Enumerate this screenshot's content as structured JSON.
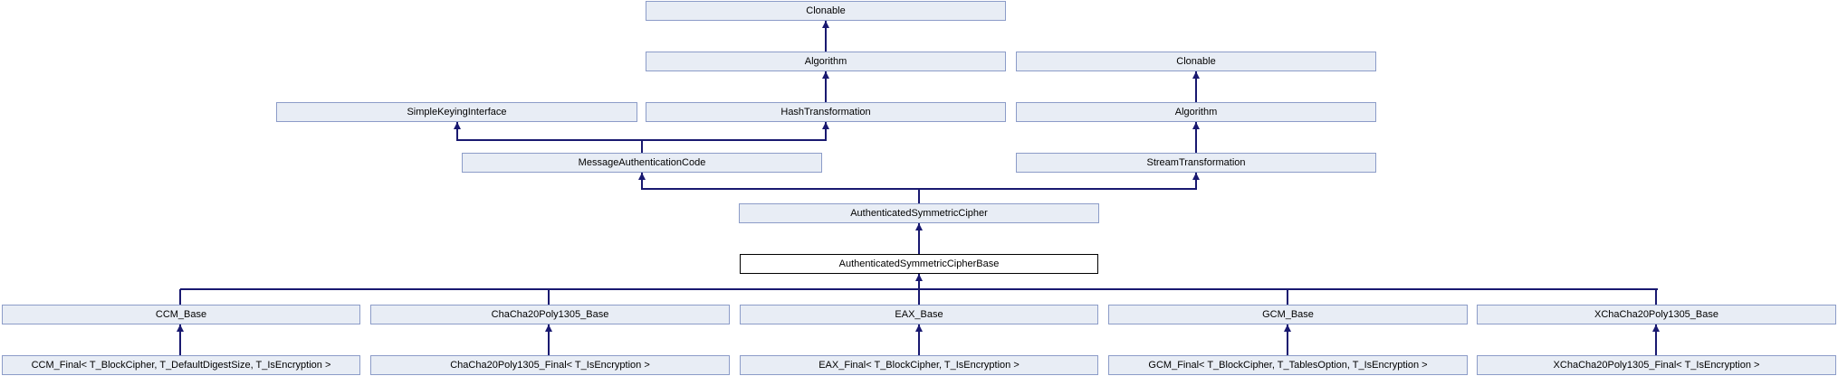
{
  "diagram": {
    "type": "class-inheritance-graph",
    "focus_class": "AuthenticatedSymmetricCipherBase",
    "colors": {
      "background": "#ffffff",
      "node_fill": "#e8edf5",
      "node_border": "#8c9cc8",
      "focus_node_fill": "#ffffff",
      "focus_node_border": "#000000",
      "edge": "#191970",
      "text": "#000000"
    },
    "nodes": {
      "clonable_a": {
        "label": "Clonable"
      },
      "algorithm_a": {
        "label": "Algorithm"
      },
      "clonable_b": {
        "label": "Clonable"
      },
      "simple_keying_interface": {
        "label": "SimpleKeyingInterface"
      },
      "hash_transformation": {
        "label": "HashTransformation"
      },
      "algorithm_b": {
        "label": "Algorithm"
      },
      "message_authentication_code": {
        "label": "MessageAuthenticationCode"
      },
      "stream_transformation": {
        "label": "StreamTransformation"
      },
      "authenticated_symmetric_cipher": {
        "label": "AuthenticatedSymmetricCipher"
      },
      "authenticated_symmetric_cipher_base": {
        "label": "AuthenticatedSymmetricCipherBase"
      },
      "ccm_base": {
        "label": "CCM_Base"
      },
      "chacha20poly1305_base": {
        "label": "ChaCha20Poly1305_Base"
      },
      "eax_base": {
        "label": "EAX_Base"
      },
      "gcm_base": {
        "label": "GCM_Base"
      },
      "xchacha20poly1305_base": {
        "label": "XChaCha20Poly1305_Base"
      },
      "ccm_final": {
        "label": "CCM_Final< T_BlockCipher, T_DefaultDigestSize, T_IsEncryption >"
      },
      "chacha20poly1305_final": {
        "label": "ChaCha20Poly1305_Final< T_IsEncryption >"
      },
      "eax_final": {
        "label": "EAX_Final< T_BlockCipher, T_IsEncryption >"
      },
      "gcm_final": {
        "label": "GCM_Final< T_BlockCipher, T_TablesOption, T_IsEncryption >"
      },
      "xchacha20poly1305_final": {
        "label": "XChaCha20Poly1305_Final< T_IsEncryption >"
      }
    }
  }
}
